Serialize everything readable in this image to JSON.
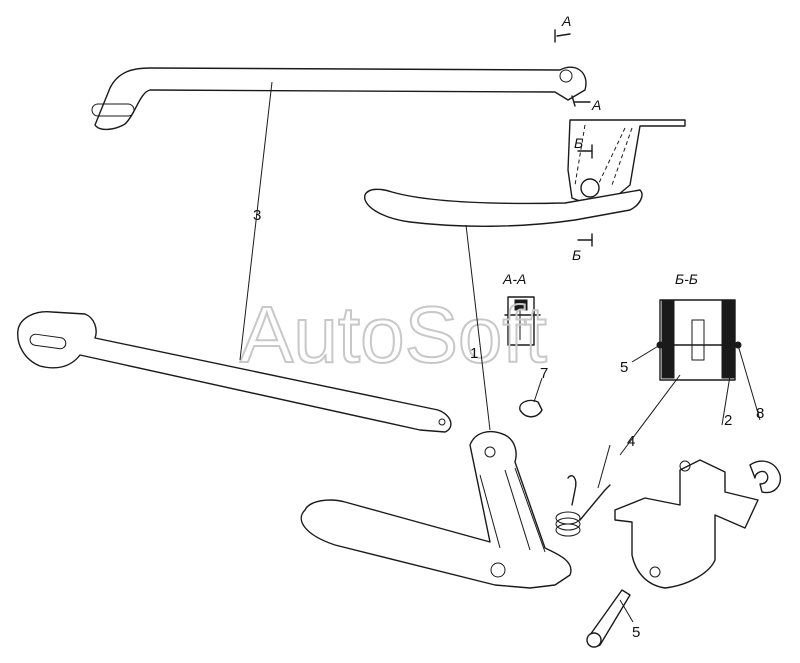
{
  "watermark": "AutoSoft",
  "section_marks": {
    "a_top": "А",
    "a_mid": "А",
    "b_mid": "Б",
    "b_low": "Б"
  },
  "section_titles": {
    "aa": "А-А",
    "bb": "Б-Б"
  },
  "callouts": {
    "n3": "3",
    "n1": "1",
    "n7": "7",
    "n4": "4",
    "n5a": "5",
    "n2": "2",
    "n8": "8",
    "n5b": "5"
  }
}
